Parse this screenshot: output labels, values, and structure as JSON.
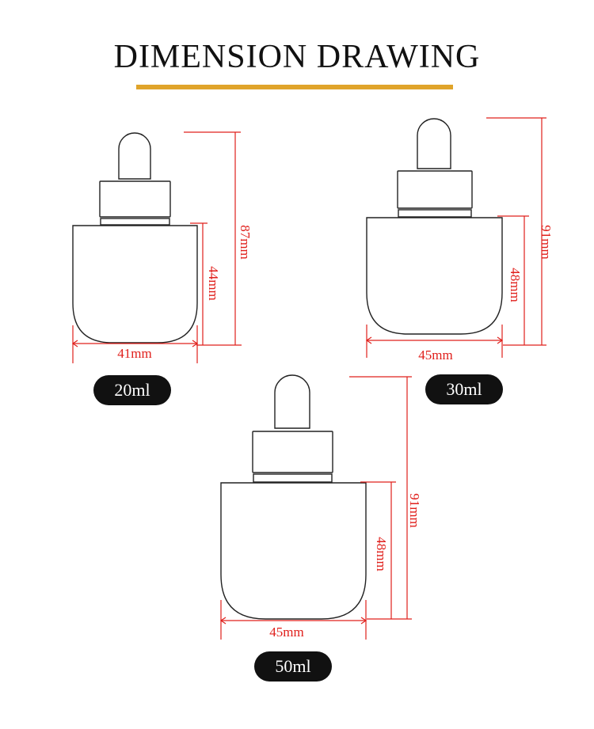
{
  "header": {
    "title": "DIMENSION DRAWING",
    "accent_color": "#e0a42a"
  },
  "colors": {
    "dimension_line": "#e0201c",
    "outline": "#222222",
    "badge_bg": "#111111",
    "badge_text": "#ffffff"
  },
  "bottles": [
    {
      "capacity": "20ml",
      "width": "41mm",
      "body_height": "44mm",
      "total_height": "87mm"
    },
    {
      "capacity": "30ml",
      "width": "45mm",
      "body_height": "48mm",
      "total_height": "91mm"
    },
    {
      "capacity": "50ml",
      "width": "45mm",
      "body_height": "48mm",
      "total_height": "91mm"
    }
  ]
}
